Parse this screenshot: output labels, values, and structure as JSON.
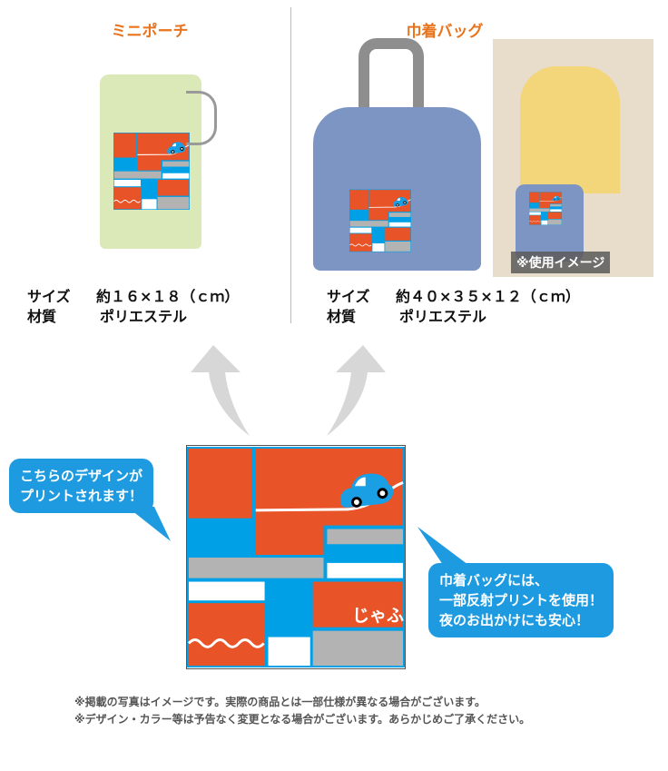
{
  "mini_pouch": {
    "title": "ミニポーチ",
    "size_label": "サイズ",
    "size_value": "約１６×１８（ｃｍ）",
    "material_label": "材質",
    "material_value": "ポリエステル"
  },
  "drawstring_bag": {
    "title": "巾着バッグ",
    "size_label": "サイズ",
    "size_value": "約４０×３５×１２（ｃｍ）",
    "material_label": "材質",
    "material_value": "ポリエステル",
    "photo_caption": "※使用イメージ"
  },
  "design": {
    "name_text": "じゃふ",
    "colors": {
      "orange": "#e85428",
      "blue": "#00a0e6",
      "gray": "#b3b3b3",
      "white": "#ffffff"
    }
  },
  "bubbles": {
    "left_line1": "こちらのデザインが",
    "left_line2": "プリントされます！",
    "right_line1": "巾着バッグには、",
    "right_line2": "一部反射プリントを使用！",
    "right_line3": "夜のお出かけにも安心！"
  },
  "notes": [
    "※掲載の写真はイメージです。実際の商品とは一部仕様が異なる場合がございます。",
    "※デザイン・カラー等は予告なく変更となる場合がございます。あらかじめご了承ください。"
  ]
}
